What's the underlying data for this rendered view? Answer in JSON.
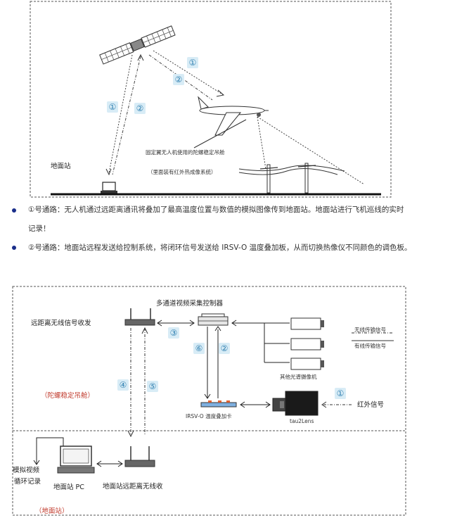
{
  "top": {
    "label_ground_station": "地面站",
    "num1_a": "①",
    "num2_a": "②",
    "num1_b": "①",
    "num2_b": "②",
    "gimbal_caption": "固定翼无人机使用的陀螺稳定吊舱",
    "gimbal_sub": "（里面装有红外热成像系统）"
  },
  "text": {
    "line1": "①号通路：无人机通过远距离通讯将叠加了最高温度位置与数值的模拟图像传到地面站。地面站进行飞机巡线的实时",
    "line2": "记录！",
    "line3": "②号通路：地面站远程发送给控制系统，将闭环信号发送给 IRSV-O 温度叠加板，从而切换热像仪不同颜色的调色板。"
  },
  "bottom": {
    "title": "多通道视频采集控制器",
    "wireless_label": "远距离无线信号收发",
    "gimbal_label": "（陀螺稳定吊舱）",
    "legend_wireless": "无线传输信号",
    "legend_wired": "有线传输信号",
    "other_cameras": "其他光谱摄像机",
    "irsv_label": "IRSV-O 温度叠加卡",
    "tau_label": "tau2Lens",
    "ir_signal": "红外信号",
    "n1": "①",
    "n2": "②",
    "n3": "③",
    "n4": "④",
    "n5": "⑤",
    "n6": "⑥",
    "sim_video": "模拟视频",
    "loop_record": "循环记录",
    "pc_label": "地面站 PC",
    "ground_wireless": "地面站远距离无线收",
    "ground_station": "（地面站）"
  },
  "colors": {
    "accent": "#2f7fb0",
    "bullet": "#1a2e8a",
    "red": "#c0392b"
  }
}
